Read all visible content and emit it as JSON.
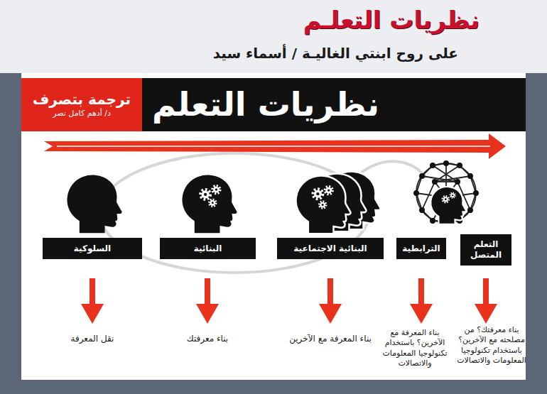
{
  "diagram": {
    "title": "نظريات التعلـم",
    "nodes": [
      {
        "text": [
          "نظريات التعلم"
        ]
      },
      {
        "text": [
          "ترجمة بتصرف",
          "د/ أدهم كامل نصر"
        ]
      },
      {
        "text": [
          "السلوكية"
        ]
      },
      {
        "text": [
          "البنائية"
        ]
      },
      {
        "text": [
          "البنائية الاجتماعية"
        ]
      },
      {
        "text": [
          "الترابطية"
        ]
      },
      {
        "text": [
          "التعلم المتصل"
        ]
      }
    ],
    "labels": [
      "على روح ابنتي الغاليـة / أسماء سيد",
      "نقل المعرفة",
      "بناء معرفتك",
      "بناء المعرفة مع الآخرين",
      "بناء المعرفة مع الآخرين؟ باستخدام تكنولوجيا المعلومات والاتصالات",
      "بناء معرفتك؟ من مصلحته مع الآخرين؟ باستخدام تكنولوجيا المعلومات والاتصالات"
    ]
  }
}
